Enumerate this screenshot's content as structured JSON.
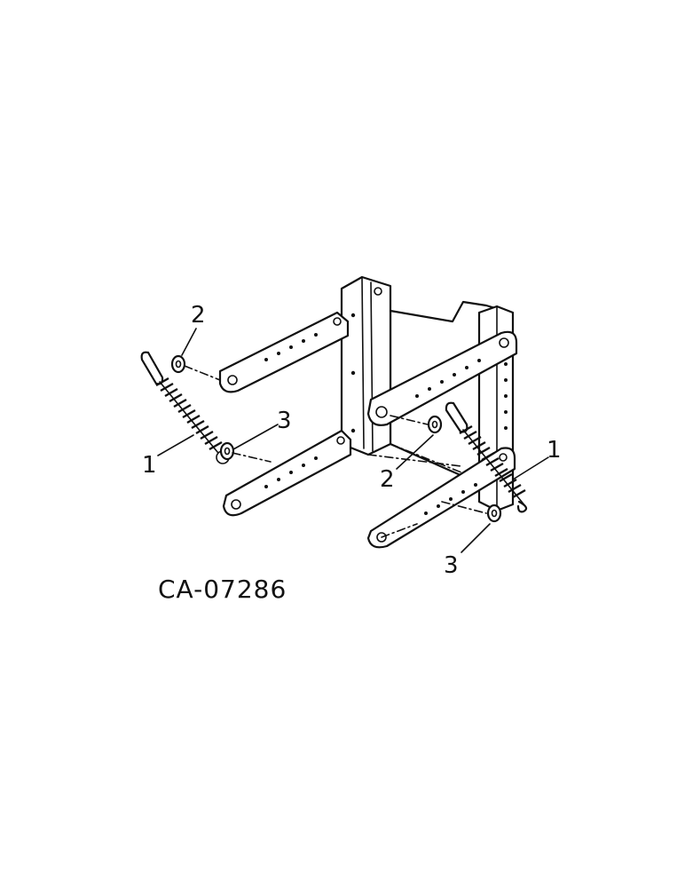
{
  "figure": {
    "id_label": "CA-07286"
  },
  "callouts": {
    "spring_left": "1",
    "spring_right": "1",
    "washer_left": "2",
    "washer_right": "2",
    "nut_left": "3",
    "nut_right": "3"
  }
}
